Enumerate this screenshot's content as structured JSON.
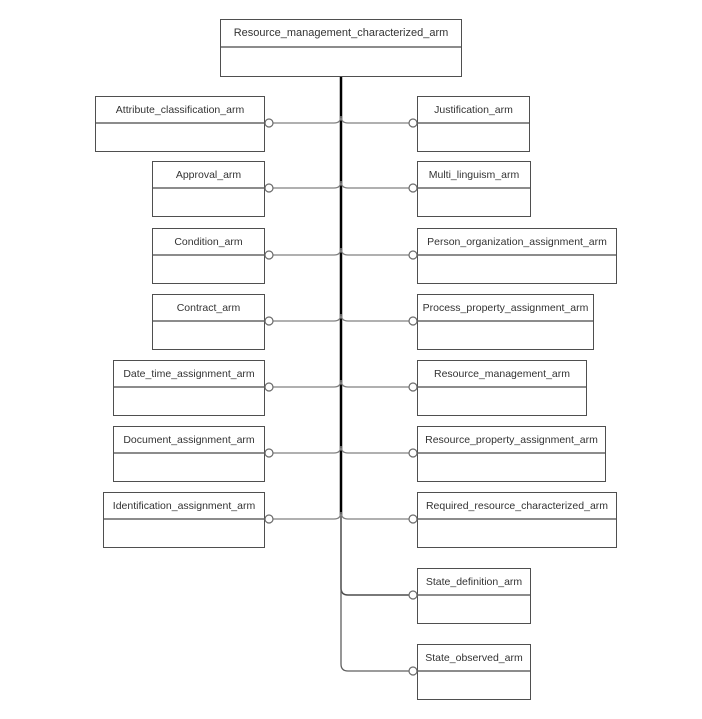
{
  "diagram": {
    "root": {
      "label": "Resource_management_characterized_arm"
    },
    "left": [
      {
        "label": "Attribute_classification_arm"
      },
      {
        "label": "Approval_arm"
      },
      {
        "label": "Condition_arm"
      },
      {
        "label": "Contract_arm"
      },
      {
        "label": "Date_time_assignment_arm"
      },
      {
        "label": "Document_assignment_arm"
      },
      {
        "label": "Identification_assignment_arm"
      }
    ],
    "right": [
      {
        "label": "Justification_arm"
      },
      {
        "label": "Multi_linguism_arm"
      },
      {
        "label": "Person_organization_assignment_arm"
      },
      {
        "label": "Process_property_assignment_arm"
      },
      {
        "label": "Resource_management_arm"
      },
      {
        "label": "Resource_property_assignment_arm"
      },
      {
        "label": "Required_resource_characterized_arm"
      },
      {
        "label": "State_definition_arm"
      },
      {
        "label": "State_observed_arm"
      }
    ],
    "colors": {
      "background": "#ffffff",
      "box_border": "#4f4f4f",
      "divider": "#8c8c8c",
      "connector": "#808080",
      "trunk": "#000000",
      "text": "#333333"
    }
  }
}
